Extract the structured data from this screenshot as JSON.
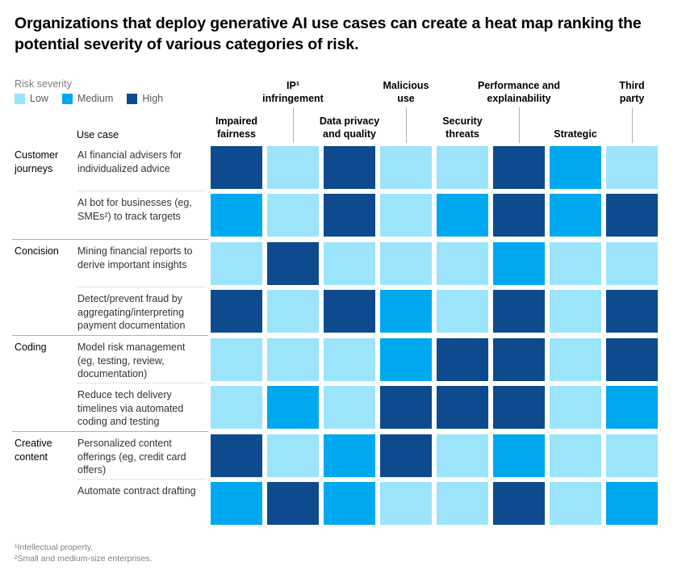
{
  "chart_data": {
    "type": "heatmap",
    "title": "Organizations that deploy generative AI use cases can create a heat map ranking the potential severity of various categories of risk.",
    "legend": {
      "title": "Risk severity",
      "levels": [
        "Low",
        "Medium",
        "High"
      ],
      "colors": {
        "Low": "#9CE4FB",
        "Medium": "#00A8F0",
        "High": "#0D4B8E"
      }
    },
    "use_case_header": "Use case",
    "columns": [
      {
        "label": "Impaired fairness",
        "display": "Impaired\nfairness",
        "tier": "bottom"
      },
      {
        "label": "IP¹ infringement",
        "display": "IP¹\ninfringement",
        "tier": "top"
      },
      {
        "label": "Data privacy and quality",
        "display": "Data privacy\nand quality",
        "tier": "bottom"
      },
      {
        "label": "Malicious use",
        "display": "Malicious\nuse",
        "tier": "top"
      },
      {
        "label": "Security threats",
        "display": "Security\nthreats",
        "tier": "bottom"
      },
      {
        "label": "Performance and explainability",
        "display": "Performance and\nexplainability",
        "tier": "top"
      },
      {
        "label": "Strategic",
        "display": "Strategic",
        "tier": "bottom"
      },
      {
        "label": "Third party",
        "display": "Third\nparty",
        "tier": "top"
      }
    ],
    "groups": [
      {
        "label": "Customer journeys",
        "rows": [
          {
            "use_case": "AI financial advisers for individualized advice",
            "severities": [
              "High",
              "Low",
              "High",
              "Low",
              "Low",
              "High",
              "Medium",
              "Low"
            ]
          },
          {
            "use_case": "AI bot for businesses (eg, SMEs²) to track targets",
            "severities": [
              "Medium",
              "Low",
              "High",
              "Low",
              "Medium",
              "High",
              "Medium",
              "High"
            ]
          }
        ]
      },
      {
        "label": "Concision",
        "rows": [
          {
            "use_case": "Mining financial reports to derive important insights",
            "severities": [
              "Low",
              "High",
              "Low",
              "Low",
              "Low",
              "Medium",
              "Low",
              "Low"
            ]
          },
          {
            "use_case": "Detect/prevent fraud by aggregating/interpreting payment documentation",
            "severities": [
              "High",
              "Low",
              "High",
              "Medium",
              "Low",
              "High",
              "Low",
              "High"
            ]
          }
        ]
      },
      {
        "label": "Coding",
        "rows": [
          {
            "use_case": "Model risk management (eg, testing, review, documentation)",
            "severities": [
              "Low",
              "Low",
              "Low",
              "Medium",
              "High",
              "High",
              "Low",
              "High"
            ]
          },
          {
            "use_case": "Reduce tech delivery timelines via automated coding and testing",
            "severities": [
              "Low",
              "Medium",
              "Low",
              "High",
              "High",
              "High",
              "Low",
              "Medium"
            ]
          }
        ]
      },
      {
        "label": "Creative content",
        "rows": [
          {
            "use_case": "Personalized content offerings (eg, credit card offers)",
            "severities": [
              "High",
              "Low",
              "Medium",
              "High",
              "Low",
              "Medium",
              "Low",
              "Low"
            ]
          },
          {
            "use_case": "Automate contract drafting",
            "severities": [
              "Medium",
              "High",
              "Medium",
              "Low",
              "Low",
              "High",
              "Low",
              "Medium"
            ]
          }
        ]
      }
    ],
    "footnotes": [
      "¹Intellectual property.",
      "²Small and medium-size enterprises."
    ]
  }
}
